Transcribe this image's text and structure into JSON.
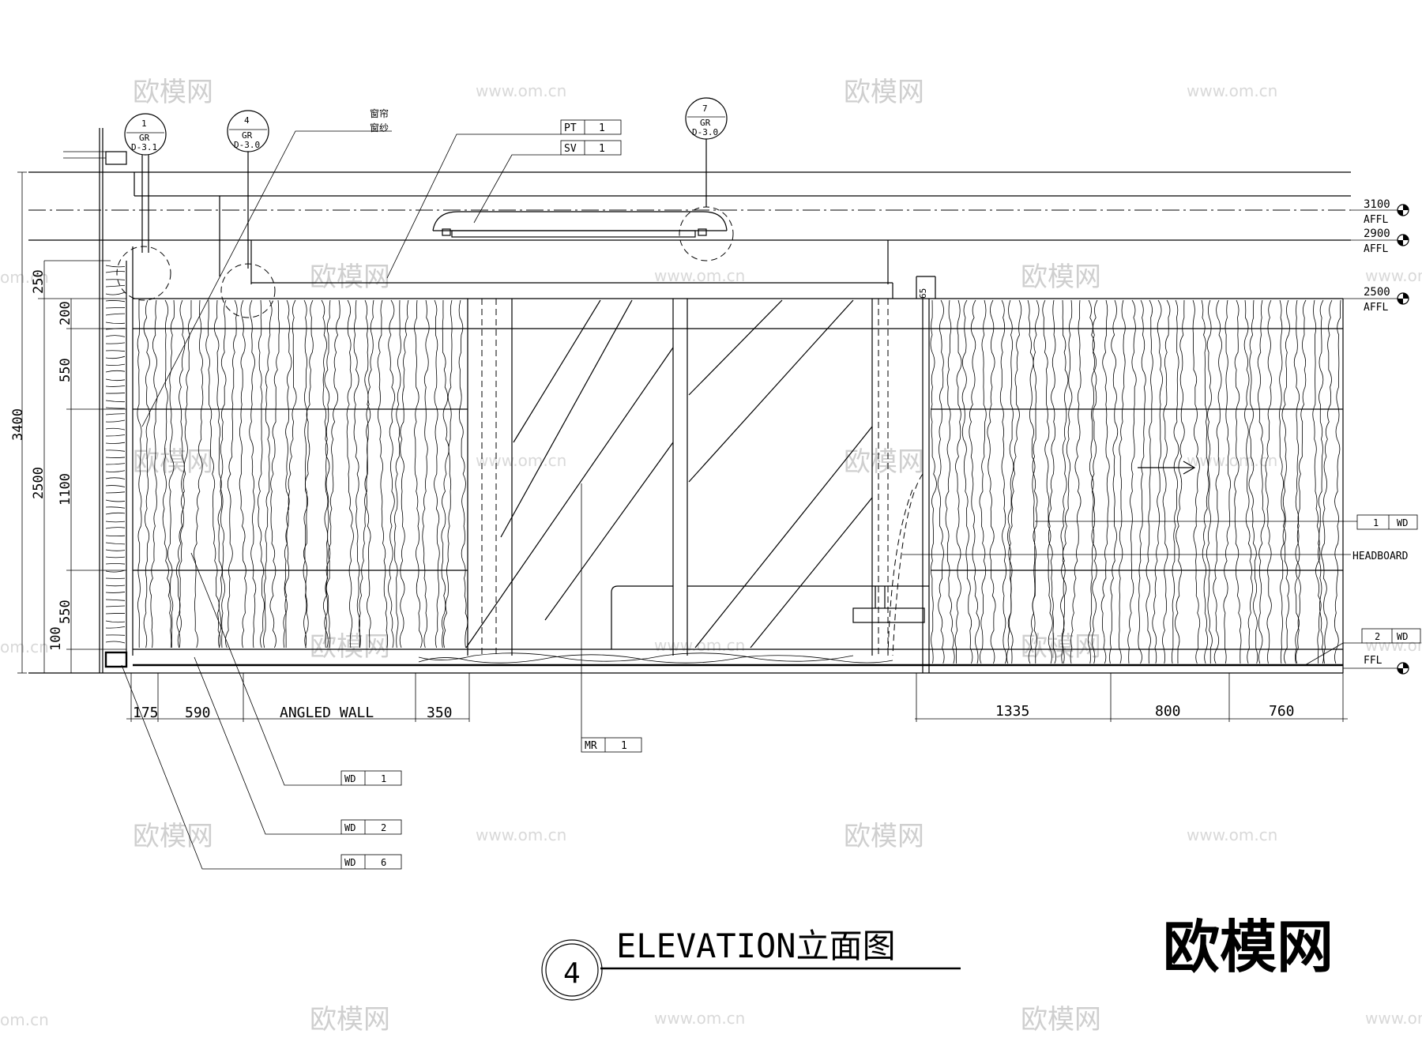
{
  "title": {
    "number": "4",
    "text": "ELEVATION立面图"
  },
  "levels": [
    {
      "value": "3100",
      "ref": "AFFL"
    },
    {
      "value": "2900",
      "ref": "AFFL"
    },
    {
      "value": "2500",
      "ref": "AFFL"
    },
    {
      "value": "",
      "ref": "FFL"
    }
  ],
  "section_tags": [
    {
      "num": "1",
      "ref": "GR",
      "sheet": "D-3.1"
    },
    {
      "num": "4",
      "ref": "GR",
      "sheet": "D-3.0"
    },
    {
      "num": "7",
      "ref": "GR",
      "sheet": "D-3.0"
    }
  ],
  "curtain_labels": {
    "line1": "窗帘",
    "line2": "窗纱"
  },
  "material_tags": [
    {
      "code": "PT",
      "num": "1"
    },
    {
      "code": "SV",
      "num": "1"
    },
    {
      "code": "MR",
      "num": "1"
    },
    {
      "code": "WD",
      "num": "1"
    },
    {
      "code": "WD",
      "num": "2"
    },
    {
      "code": "WD",
      "num": "6"
    },
    {
      "code": "WD",
      "num": "1"
    },
    {
      "code": "WD",
      "num": "2"
    }
  ],
  "headboard_label": "HEADBOARD",
  "dims_vertical": [
    "3400",
    "2500",
    "250",
    "200",
    "550",
    "1100",
    "550",
    "100"
  ],
  "dims_bottom_left": [
    "175",
    "590",
    "ANGLED WALL",
    "350"
  ],
  "dims_bottom_right": [
    "1335",
    "800",
    "760"
  ],
  "small_dim": "65",
  "watermark": {
    "brand": "欧模网",
    "url": "www.om.cn",
    "short": "om.cn"
  }
}
